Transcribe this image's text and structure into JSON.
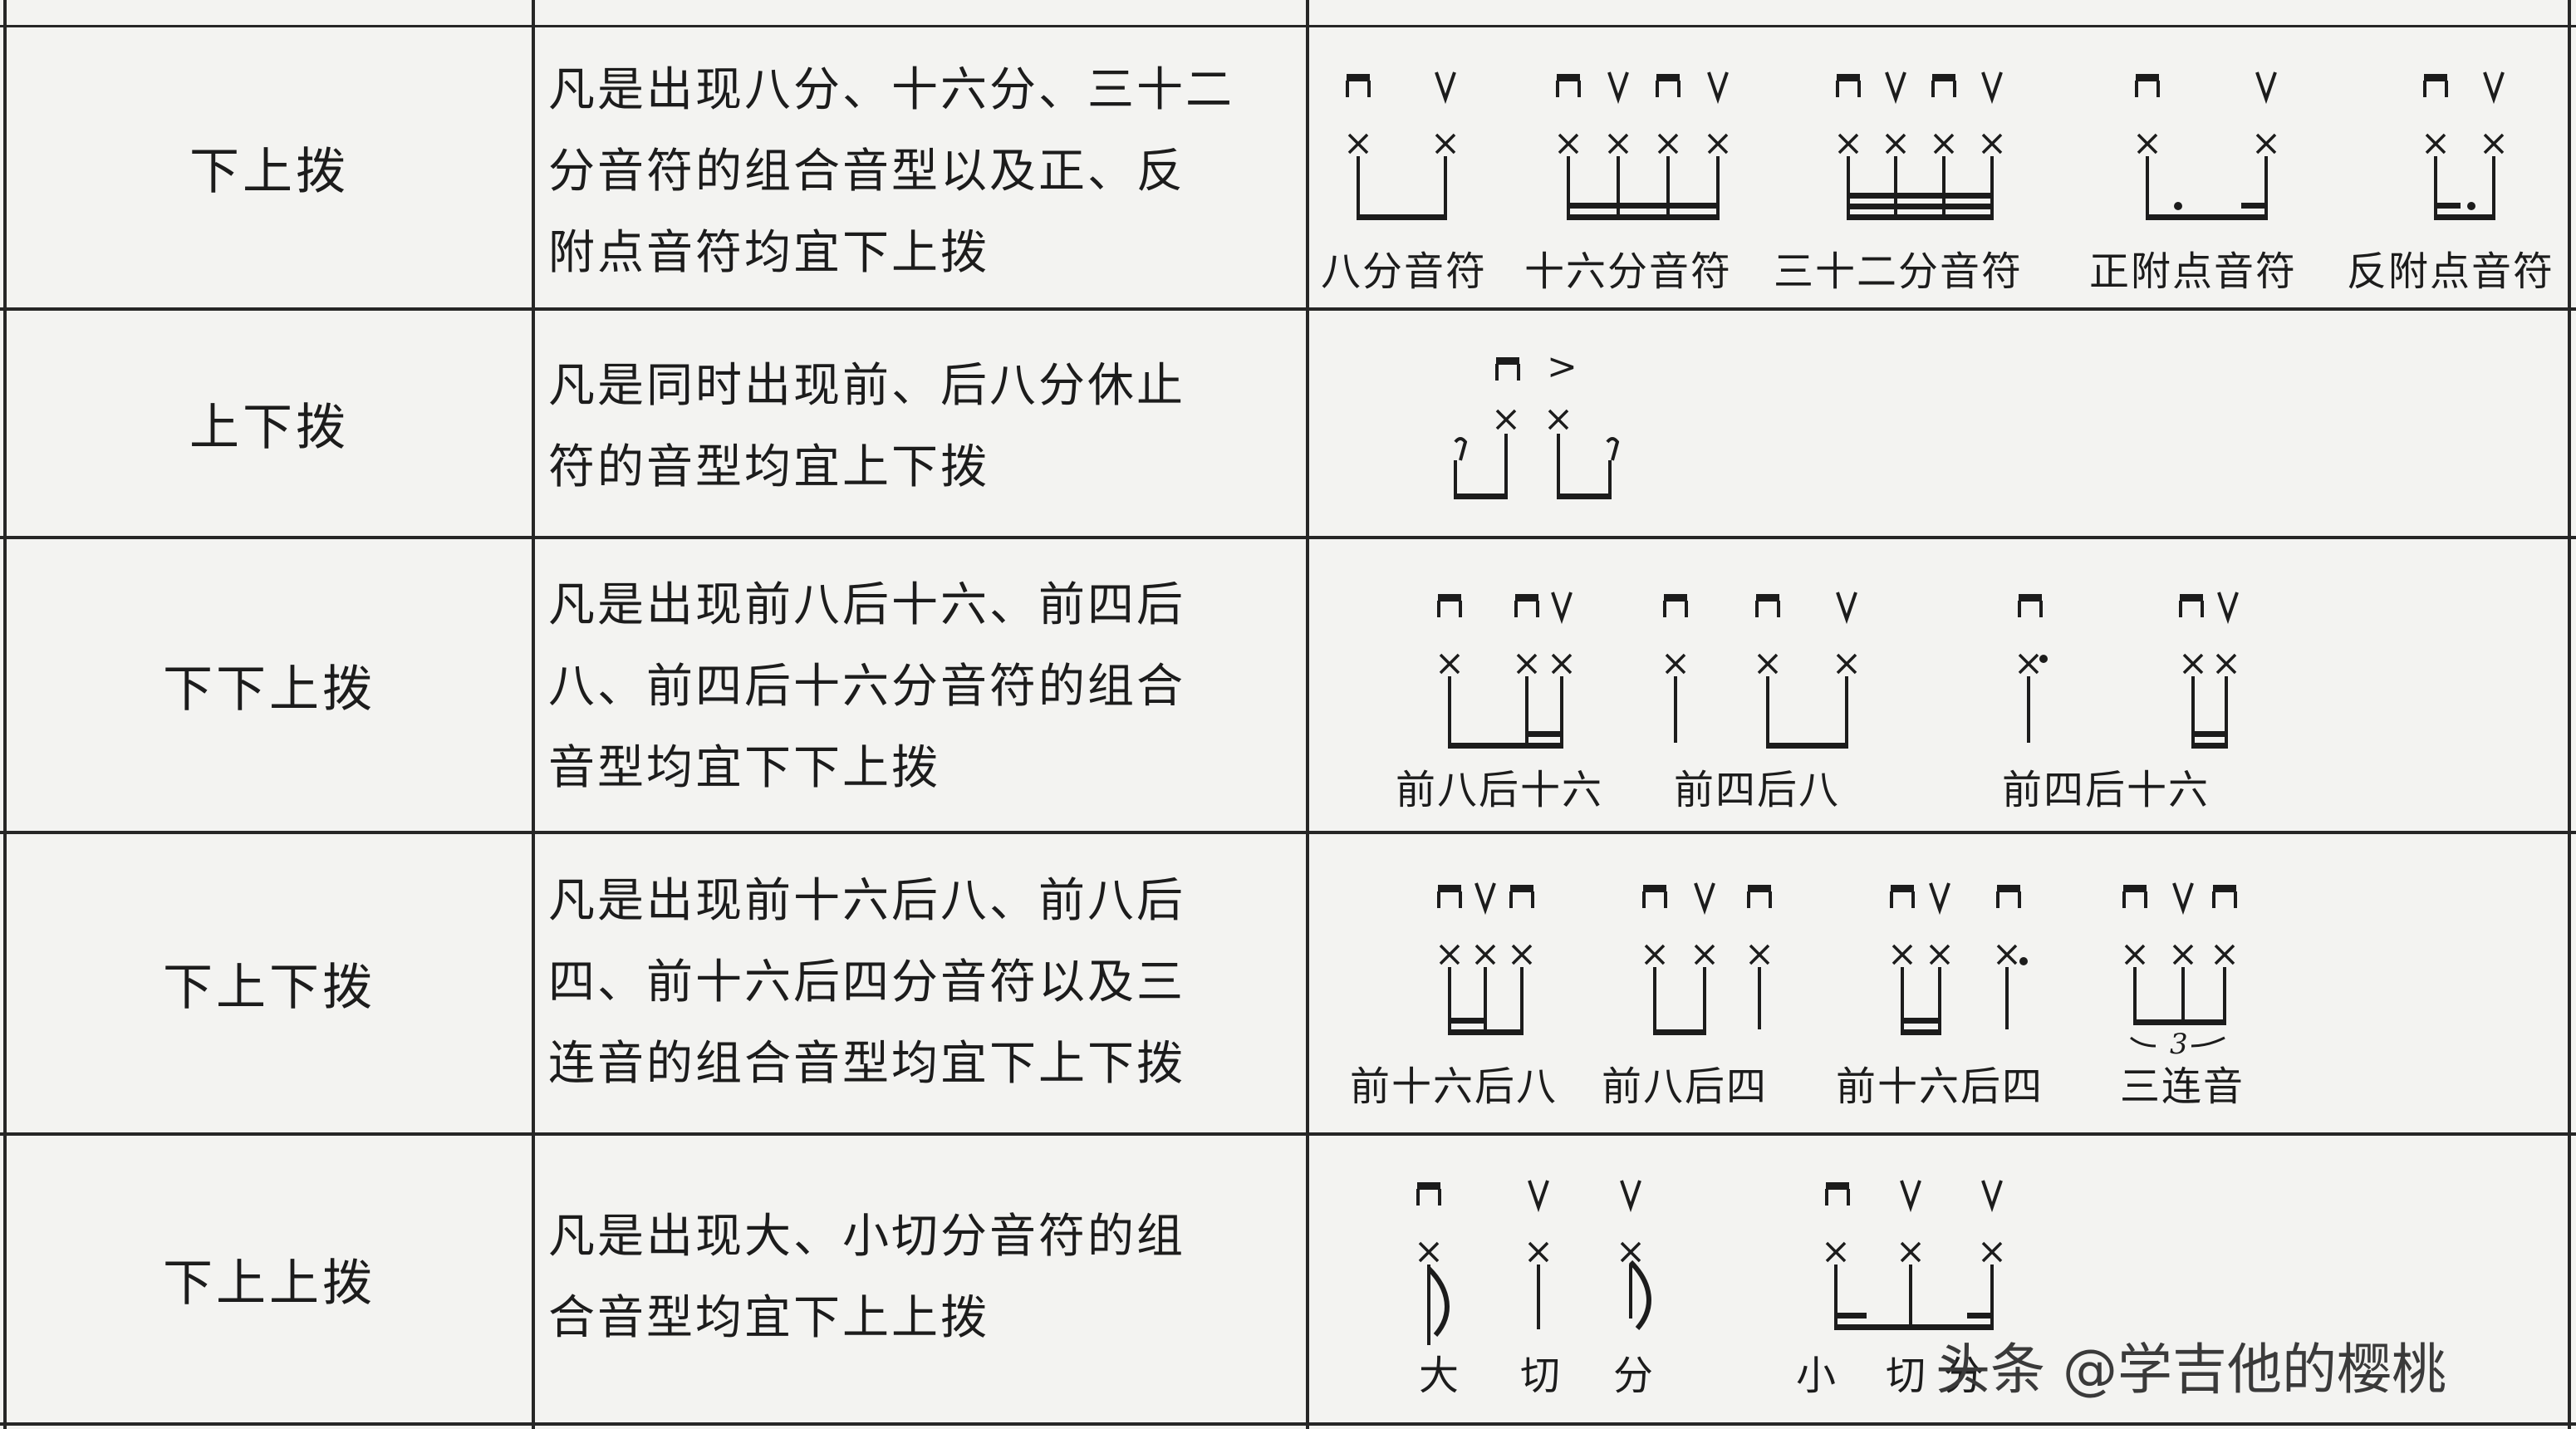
{
  "rows": [
    {
      "technique": "下上拨",
      "rule_lines": [
        "凡是出现八分、十六分、三十二",
        "分音符的组合音型以及正、反",
        "附点音符均宜下上拨"
      ],
      "patterns": [
        "八分音符",
        "十六分音符",
        "三十二分音符",
        "正附点音符",
        "反附点音符"
      ]
    },
    {
      "technique": "上下拨",
      "rule_lines": [
        "凡是同时出现前、后八分休止",
        "符的音型均宜上下拨"
      ],
      "patterns": []
    },
    {
      "technique": "下下上拨",
      "rule_lines": [
        "凡是出现前八后十六、前四后",
        "八、前四后十六分音符的组合",
        "音型均宜下下上拨"
      ],
      "patterns": [
        "前八后十六",
        "前四后八",
        "前四后十六"
      ]
    },
    {
      "technique": "下上下拨",
      "rule_lines": [
        "凡是出现前十六后八、前八后",
        "四、前十六后四分音符以及三",
        "连音的组合音型均宜下上下拨"
      ],
      "patterns": [
        "前十六后八",
        "前八后四",
        "前十六后四",
        "三连音"
      ],
      "triplet_mark": "3"
    },
    {
      "technique": "下上上拨",
      "rule_lines": [
        "凡是出现大、小切分音符的组",
        "合音型均宜下上上拨"
      ],
      "patterns": [
        "大",
        "切",
        "分",
        "小",
        "切",
        "分"
      ]
    }
  ],
  "symbols": {
    "down_stroke": "down-stroke-symbol",
    "up_stroke": "up-stroke-symbol",
    "accent": ">"
  },
  "watermark": "头条 @学吉他的樱桃"
}
